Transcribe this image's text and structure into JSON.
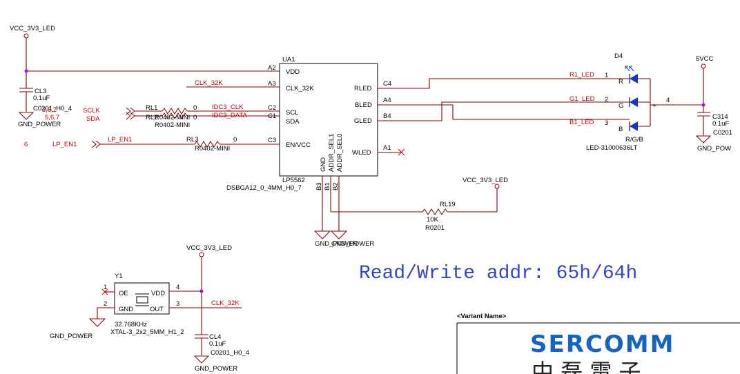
{
  "rails": {
    "vcc_top": "VCC_3V3_LED",
    "vcc_r19": "VCC_3V3_LED",
    "vcc_y1": "VCC_3V3_LED",
    "v5": "5VCC",
    "gnd_cl3": "GND_POWER",
    "gnd_ua1": "GND_POWER",
    "gnd_ua1b": "GND_POWER",
    "gnd_y1": "GND_POWER",
    "gnd_cl4": "GND_POWER",
    "gnd_c314": "GND_POW"
  },
  "ua1": {
    "ref": "UA1",
    "part": "LP5562",
    "footprint": "DSBGA12_0_4MM_H0_7",
    "left_pins": [
      {
        "ball": "A2",
        "name": "VDD"
      },
      {
        "ball": "A3",
        "name": "CLK_32K"
      },
      {
        "ball": "C2",
        "name": "SCL"
      },
      {
        "ball": "C1",
        "name": "SDA"
      },
      {
        "ball": "C3",
        "name": "EN/VCC"
      }
    ],
    "right_pins": [
      {
        "ball": "C4",
        "name": "RLED"
      },
      {
        "ball": "A4",
        "name": "BLED"
      },
      {
        "ball": "B4",
        "name": "GLED"
      },
      {
        "ball": "A1",
        "name": "WLED"
      }
    ],
    "bottom_pins": [
      {
        "ball": "B3",
        "name": "GND"
      },
      {
        "ball": "B1",
        "name": "ADDR_SEL1"
      },
      {
        "ball": "B2",
        "name": "ADDR_SEL0"
      }
    ]
  },
  "cl3": {
    "ref": "CL3",
    "value": "0.1uF",
    "footprint": "C0201_H0_4"
  },
  "cl4": {
    "ref": "CL4",
    "value": "0.1uF",
    "footprint": "C0201_H0_4"
  },
  "c314": {
    "ref": "C314",
    "value": "0.1uF",
    "footprint": "C0201"
  },
  "rl1": {
    "ref": "RL1",
    "value": "0",
    "footprint": "R0402-MINI"
  },
  "rl2": {
    "ref": "RL2",
    "value": "0",
    "footprint": "R0402-MINI"
  },
  "rl3": {
    "ref": "RL3",
    "value": "0",
    "footprint": "R0402-MINI"
  },
  "rl19": {
    "ref": "RL19",
    "value": "10K",
    "footprint": "R0201"
  },
  "nets": {
    "clk32k_top": "CLK_32K",
    "clk32k_y1": "CLK_32K",
    "idc3_clk": "IDC3_CLK",
    "idc3_data": "IDC3_DATA",
    "lp_en1": "LP_EN1",
    "lp_en1_port": "LP_EN1",
    "sclk": "SCLK",
    "sda": "SDA",
    "sheet_sclk": "3,6,7",
    "sheet_sda": "5,6,7",
    "sheet_en": "6",
    "r1": "R1_LED",
    "g1": "G1_LED",
    "b1": "B1_LED"
  },
  "d4": {
    "ref": "D4",
    "part": "LED-31000636LT",
    "caption": "R/G/B",
    "pins": [
      "1",
      "2",
      "3",
      "4"
    ],
    "letters": [
      "R",
      "G",
      "B"
    ],
    "plus": "+"
  },
  "y1": {
    "ref": "Y1",
    "freq": "32.768KHz",
    "footprint": "XTAL-3_2x2_5MM_H1_2",
    "pins": [
      "1",
      "2",
      "3",
      "4"
    ],
    "pin_names": [
      "OE",
      "GND",
      "OUT",
      "VDD"
    ]
  },
  "note": "Read/Write addr: 65h/64h",
  "title_block": {
    "variant_label": "<Variant Name>",
    "logo": "SERCOMM",
    "logo_cn": "中 磊 電 子"
  },
  "colors": {
    "wire": "#800000",
    "net_label": "#c00000",
    "junction": "#d000d0",
    "note": "#3344cc",
    "logo": "#1565c0"
  }
}
